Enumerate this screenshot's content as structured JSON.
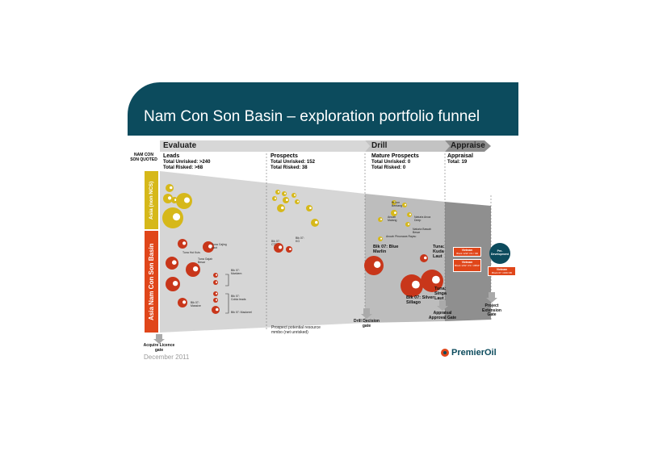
{
  "title": "Nam Con Son Basin – exploration portfolio funnel",
  "phases": [
    "Evaluate",
    "Drill",
    "Appraise"
  ],
  "quoted_label": "NAM CON SON QUOTED",
  "side_labels": {
    "asia": "Asia (non NCS)",
    "ncs": "Asia Nam Con Son Basin"
  },
  "columns": {
    "leads": {
      "heading": "Leads",
      "line1": "Total Unrisked: >240",
      "line2": "Total Risked: >68"
    },
    "prospects": {
      "heading": "Prospects",
      "line1": "Total Unrisked: 152",
      "line2": "Total Risked: 38"
    },
    "mature": {
      "heading": "Mature Prospects",
      "line1": "Total Unrisked: 0",
      "line2": "Total Risked: 0"
    },
    "appraisal": {
      "heading": "Appraisal",
      "line1": "Total: 19"
    }
  },
  "labels": {
    "tuna_hoi": "Tuna Hoi Kuis",
    "tuna_ca": "Tuna Cajing Laut",
    "tuna_gajah": "Tuna Gajah Besar",
    "blk07_mcq": "Blk 07: Markiem",
    "blk07_gdbs": "Blk 07: Cobia leads",
    "blk07_massive": "Blk 07: Massive",
    "blk07_mackerel": "Blk 07: Mackerel",
    "blk07_ctt": "Blk 07: CTT",
    "blk07_kl": "Blk 07: KG",
    "bubon": "Bubon Bentang",
    "anoah": "Anoah Malang",
    "naturia1": "Naturia Anoa Deep",
    "naturia2": "Naturia Bawah Besar",
    "anoah2": "Anoah Pinunawa Raysu",
    "blk07_bm": "Blk 07: Blue Marlin",
    "tuna_kl": "Tuna: Kuda Laut",
    "blk07_ss": "Blk 07: Silver Sillago",
    "tuna_sl": "Tuna: Singa Laut",
    "pre_dev": "Pre-Development"
  },
  "boxes": [
    {
      "title": "Vietnam",
      "text": "Block 12W: CS / SB"
    },
    {
      "title": "Vietnam",
      "text": "Block 12W: CS / UBSP"
    },
    {
      "title": "Vietnam",
      "text": "Block 07: CRD NB"
    }
  ],
  "gates": {
    "acquire": "Acquire Licence gate",
    "drill": "Drill Decision gate",
    "appraisal": "Appraisal Approval Gate",
    "project": "Project Extension Gate"
  },
  "note": "Prospect potential resource mmbo (net unrisked)",
  "footer_date": "December 2011",
  "logo_text": "PremierOil",
  "colors": {
    "teal": "#0c4b5d",
    "orange": "#e0461a",
    "yellow": "#d6b81a",
    "red": "#c8361a"
  }
}
